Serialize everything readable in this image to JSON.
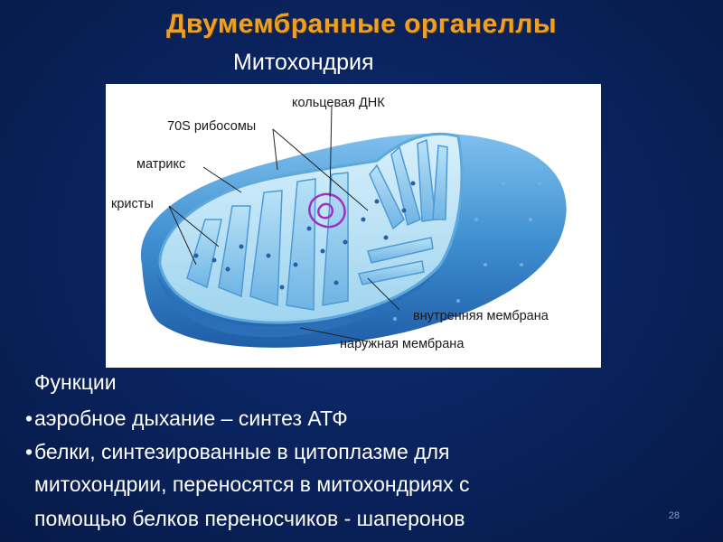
{
  "slide": {
    "title": "Двумембранные органеллы",
    "subtitle": "Митохондрия",
    "slide_number": "28"
  },
  "diagram": {
    "labels": {
      "ring_dna": "кольцевая ДНК",
      "ribosomes": "70S рибосомы",
      "matrix": "матрикс",
      "cristae": "кристы",
      "inner_membrane": "внутренняя мембрана",
      "outer_membrane": "наружная мембрана"
    }
  },
  "functions": {
    "heading": "Функции",
    "items": [
      {
        "lines": [
          "аэробное дыхание – синтез АТФ"
        ]
      },
      {
        "lines": [
          "белки, синтезированные в цитоплазме для",
          "митохондрии, переносятся в митохондриях с",
          "помощью белков переносчиков - шаперонов"
        ]
      }
    ]
  },
  "colors": {
    "background": "#0a2460",
    "title": "#f0a020",
    "text": "#ffffff",
    "membrane": "#3f8fd0"
  }
}
